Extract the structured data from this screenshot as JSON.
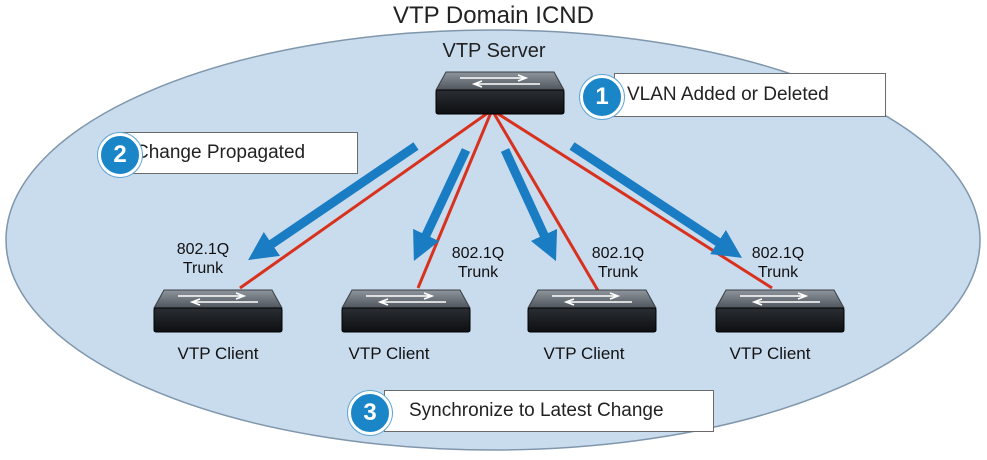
{
  "title": "VTP Domain ICND",
  "server": {
    "label": "VTP Server"
  },
  "clients": [
    {
      "label": "VTP Client",
      "trunk_line1": "802.1Q",
      "trunk_line2": "Trunk"
    },
    {
      "label": "VTP Client",
      "trunk_line1": "802.1Q",
      "trunk_line2": "Trunk"
    },
    {
      "label": "VTP Client",
      "trunk_line1": "802.1Q",
      "trunk_line2": "Trunk"
    },
    {
      "label": "VTP Client",
      "trunk_line1": "802.1Q",
      "trunk_line2": "Trunk"
    }
  ],
  "steps": [
    {
      "number": "1",
      "text": "VLAN Added or Deleted"
    },
    {
      "number": "2",
      "text": "Change Propagated"
    },
    {
      "number": "3",
      "text": "Synchronize to Latest Change"
    }
  ],
  "colors": {
    "domain_fill": "#c9dcee",
    "trunk_line": "#d8321e",
    "arrow": "#1a7cc2",
    "badge": "#1a86c8"
  }
}
